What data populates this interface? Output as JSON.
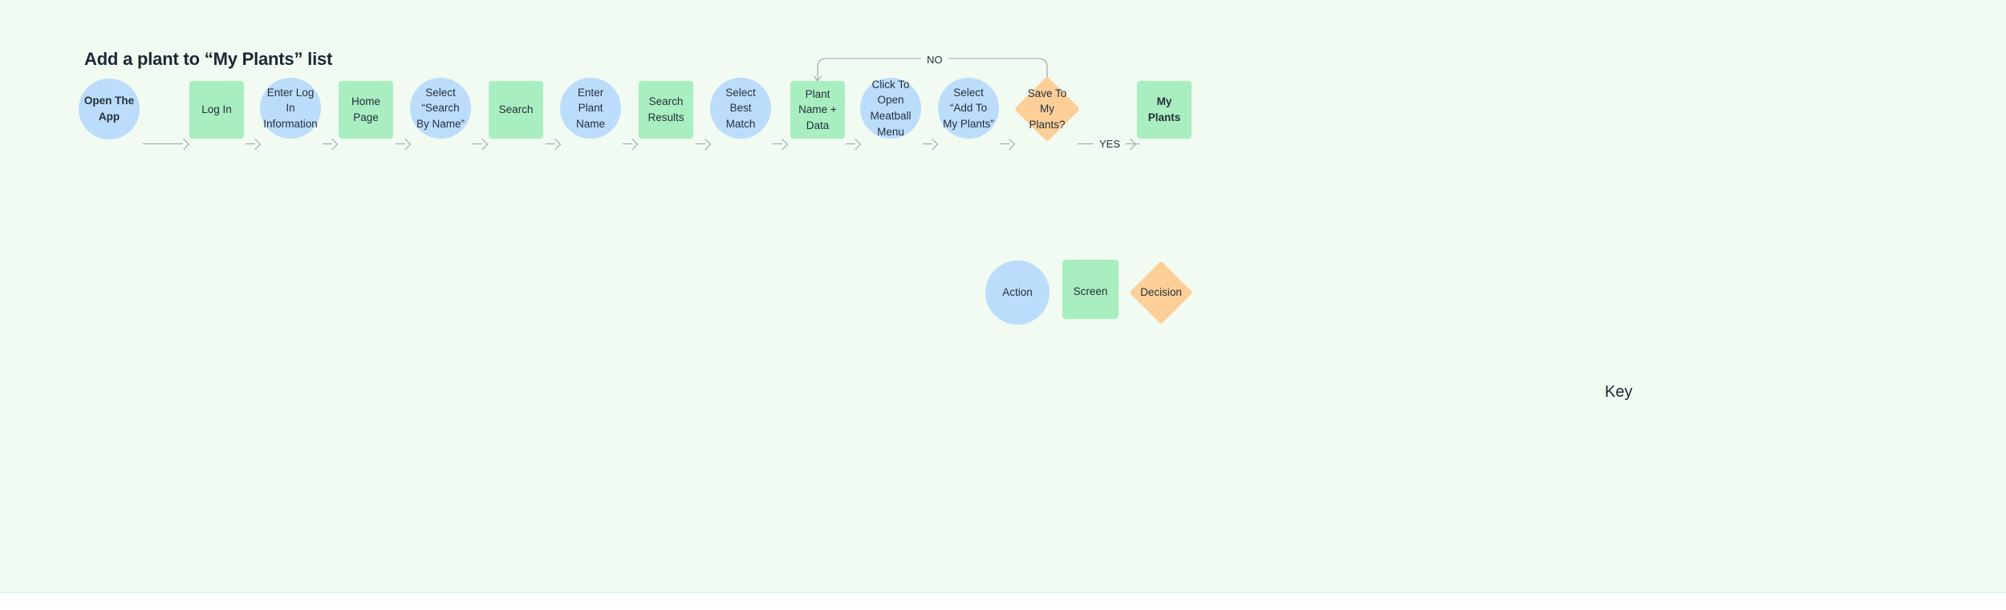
{
  "diagram": {
    "title": "Add a plant to “My Plants” list",
    "background_color": "#f1fbf2"
  },
  "colors": {
    "action": "#bcdcfb",
    "screen": "#a9eec0",
    "decision": "#fbcf97",
    "connector": "#9aa0a6",
    "text": "#25303b"
  },
  "flow": {
    "nodes": [
      {
        "id": "open-the-app",
        "label": "Open The App",
        "type": "action",
        "bold": true
      },
      {
        "id": "log-in",
        "label": "Log In",
        "type": "screen",
        "bold": false
      },
      {
        "id": "enter-log-in-info",
        "label": "Enter Log In\nInformation",
        "type": "action",
        "bold": false
      },
      {
        "id": "home-page",
        "label": "Home Page",
        "type": "screen",
        "bold": false
      },
      {
        "id": "select-search-by-name",
        "label": "Select “Search\nBy Name”",
        "type": "action",
        "bold": false
      },
      {
        "id": "search",
        "label": "Search",
        "type": "screen",
        "bold": false
      },
      {
        "id": "enter-plant-name",
        "label": "Enter Plant\nName",
        "type": "action",
        "bold": false
      },
      {
        "id": "search-results",
        "label": "Search Results",
        "type": "screen",
        "bold": false
      },
      {
        "id": "select-best-match",
        "label": "Select Best\nMatch",
        "type": "action",
        "bold": false
      },
      {
        "id": "plant-name-data",
        "label": "Plant Name +\nData",
        "type": "screen",
        "bold": false
      },
      {
        "id": "click-meatball-menu",
        "label": "Click To Open\nMeatball Menu",
        "type": "action",
        "bold": false
      },
      {
        "id": "select-add-to-my-plants",
        "label": "Select “Add To\nMy Plants”",
        "type": "action",
        "bold": false
      },
      {
        "id": "save-to-my-plants",
        "label": "Save To\nMy\nPlants?",
        "type": "decision",
        "bold": false
      },
      {
        "id": "my-plants",
        "label": "My Plants",
        "type": "screen",
        "bold": true
      }
    ],
    "edge_labels": {
      "yes": "YES",
      "no": "NO"
    }
  },
  "key": {
    "title": "Key",
    "items": [
      {
        "id": "action",
        "label": "Action",
        "type": "action"
      },
      {
        "id": "screen",
        "label": "Screen",
        "type": "screen"
      },
      {
        "id": "decision",
        "label": "Decision",
        "type": "decision"
      }
    ]
  }
}
